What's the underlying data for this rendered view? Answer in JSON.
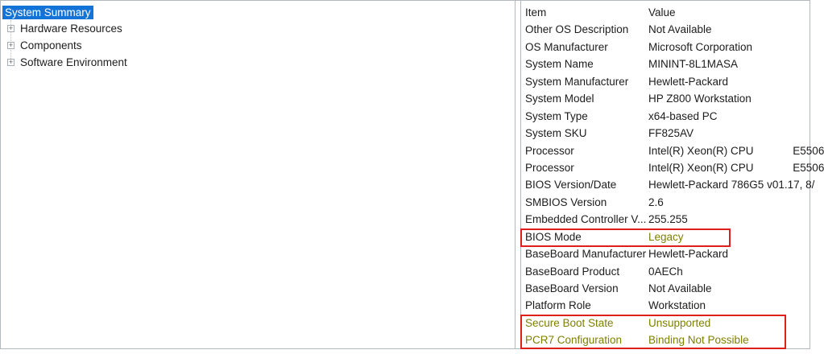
{
  "tree": {
    "items": [
      {
        "label": "System Summary",
        "selected": true,
        "expandable": false
      },
      {
        "label": "Hardware Resources",
        "selected": false,
        "expandable": true
      },
      {
        "label": "Components",
        "selected": false,
        "expandable": true
      },
      {
        "label": "Software Environment",
        "selected": false,
        "expandable": true
      }
    ],
    "expand_glyph": "+"
  },
  "details": {
    "columns": {
      "item": "Item",
      "value": "Value"
    },
    "rows": [
      {
        "item": "Other OS Description",
        "value": "Not Available"
      },
      {
        "item": "OS Manufacturer",
        "value": "Microsoft Corporation"
      },
      {
        "item": "System Name",
        "value": "MININT-8L1MASA"
      },
      {
        "item": "System Manufacturer",
        "value": "Hewlett-Packard"
      },
      {
        "item": "System Model",
        "value": "HP Z800 Workstation"
      },
      {
        "item": "System Type",
        "value": "x64-based PC"
      },
      {
        "item": "System SKU",
        "value": "FF825AV"
      },
      {
        "item": "Processor",
        "value": "Intel(R) Xeon(R) CPU             E5506"
      },
      {
        "item": "Processor",
        "value": "Intel(R) Xeon(R) CPU             E5506"
      },
      {
        "item": "BIOS Version/Date",
        "value": "Hewlett-Packard 786G5 v01.17, 8/"
      },
      {
        "item": "SMBIOS Version",
        "value": "2.6"
      },
      {
        "item": "Embedded Controller V...",
        "value": "255.255"
      },
      {
        "item": "BIOS Mode",
        "value": "Legacy"
      },
      {
        "item": "BaseBoard Manufacturer",
        "value": "Hewlett-Packard"
      },
      {
        "item": "BaseBoard Product",
        "value": "0AECh"
      },
      {
        "item": "BaseBoard Version",
        "value": "Not Available"
      },
      {
        "item": "Platform Role",
        "value": "Workstation"
      },
      {
        "item": "Secure Boot State",
        "value": "Unsupported"
      },
      {
        "item": "PCR7 Configuration",
        "value": "Binding Not Possible"
      }
    ]
  },
  "annotations": {
    "box_color": "#df1f1c",
    "highlight_text_color": "#7f7f00",
    "highlighted_rows": [
      "BIOS Mode",
      "Secure Boot State",
      "PCR7 Configuration"
    ]
  },
  "colors": {
    "selection_bg": "#1373d6",
    "selection_fg": "#ffffff",
    "pane_border": "#b2b8be"
  }
}
